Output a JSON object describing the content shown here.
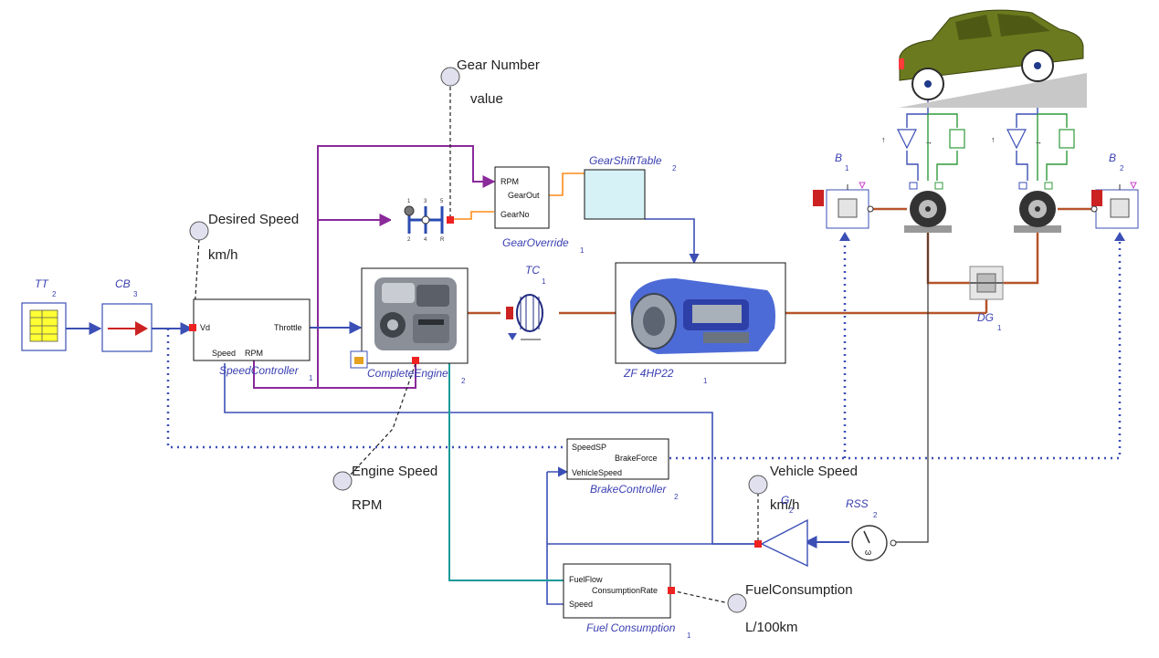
{
  "colors": {
    "signal": "#3b4fb5",
    "control": "#8a2a9a",
    "mechanical": "#b5542a",
    "teal": "#1a9a9a",
    "orange": "#ff8c1a",
    "green": "#2f9a3a",
    "component_label": "#3a3fb0",
    "car_body": "#6b7a1e"
  },
  "monitors": {
    "gear_number": {
      "label": "Gear Number",
      "unit": "value"
    },
    "desired_speed": {
      "label": "Desired Speed",
      "unit": "km/h"
    },
    "engine_speed": {
      "label": "Engine Speed",
      "unit": "RPM"
    },
    "vehicle_speed": {
      "label": "Vehicle Speed",
      "unit": "km/h"
    },
    "fuel_consumption": {
      "label": "FuelConsumption",
      "unit": "L/100km"
    }
  },
  "components": {
    "tt": {
      "name": "TT",
      "sub": "2"
    },
    "cb": {
      "name": "CB",
      "sub": "3"
    },
    "speed_controller": {
      "name": "SpeedController",
      "sub": "1",
      "ports": {
        "vd": "Vd",
        "throttle": "Throttle",
        "speed": "Speed",
        "rpm": "RPM"
      }
    },
    "complete_engine": {
      "name": "CompleteEngine",
      "sub": "2"
    },
    "tc": {
      "name": "TC",
      "sub": "1"
    },
    "transmission": {
      "name": "ZF 4HP22",
      "sub": "1"
    },
    "gear_override": {
      "name": "GearOverride",
      "sub": "1",
      "ports": {
        "rpm": "RPM",
        "gear_out": "GearOut",
        "gear_no": "GearNo"
      }
    },
    "gear_shift_table": {
      "name": "GearShiftTable",
      "sub": "2"
    },
    "brake_controller": {
      "name": "BrakeController",
      "sub": "2",
      "ports": {
        "speed_sp": "SpeedSP",
        "brake_force": "BrakeForce",
        "vehicle_speed": "VehicleSpeed"
      }
    },
    "fuel_consumption": {
      "name": "Fuel Consumption",
      "sub": "1",
      "ports": {
        "fuel_flow": "FuelFlow",
        "consumption_rate": "ConsumptionRate",
        "speed": "Speed"
      }
    },
    "g": {
      "name": "G",
      "sub": "2"
    },
    "rss": {
      "name": "RSS",
      "sub": "2"
    },
    "dg": {
      "name": "DG",
      "sub": "1"
    },
    "b1": {
      "name": "B",
      "sub": "1"
    },
    "b2": {
      "name": "B",
      "sub": "2"
    }
  },
  "gear_lever": {
    "top": [
      "1",
      "3",
      "5"
    ],
    "bottom": [
      "2",
      "4",
      "R"
    ]
  },
  "rss_symbol": "ω"
}
